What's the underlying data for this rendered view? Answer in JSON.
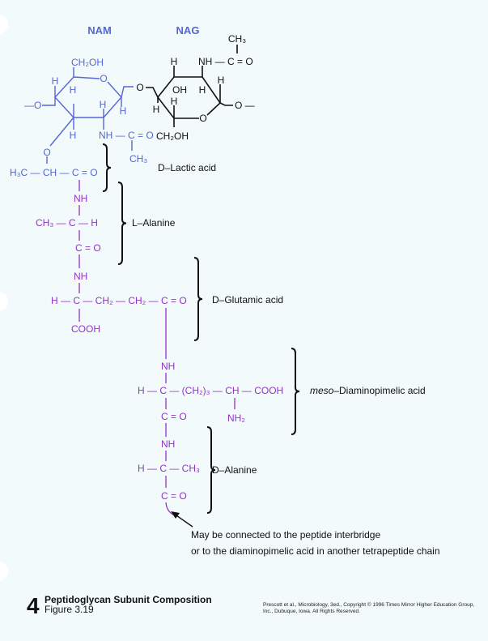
{
  "headers": {
    "nam": "NAM",
    "nag": "NAG"
  },
  "nam": {
    "ch2oh": "CH₂OH",
    "ring_o": "O",
    "h1": "H",
    "h2": "H",
    "h3": "H",
    "h4": "H",
    "h5": "H",
    "left_link": "—O",
    "acetyl": "NH — C = O",
    "acetyl_ch3": "CH₃",
    "lactyl_o": "O",
    "lactyl": "H₃C — CH — C = O"
  },
  "glycosidic_o": "O",
  "nag": {
    "ch3": "CH₃",
    "acetyl": "NH — C = O",
    "h1": "H",
    "h2": "H",
    "oh": "OH",
    "h3": "H",
    "h4": "H",
    "h5": "H",
    "ring_o": "O",
    "right_link": "O —",
    "ch2oh": "CH₂OH"
  },
  "peptide": {
    "ala_nh": "NH",
    "ala_row": "CH₃ — C — H",
    "ala_co": "C = O",
    "glu_nh": "NH",
    "glu_row": "H — C — CH₂ — CH₂ — C = O",
    "glu_cooh": "COOH",
    "dap_nh": "NH",
    "dap_row": "H — C — (CH₂)₃ — CH — COOH",
    "dap_co": "C = O",
    "dap_nh2": "NH₂",
    "dala_nh": "NH",
    "dala_row": "H — C — CH₃",
    "dala_co": "C = O"
  },
  "labels": {
    "lactic": "D–Lactic acid",
    "l_alanine": "L–Alanine",
    "glutamic": "D–Glutamic acid",
    "dap_prefix": "meso",
    "dap": "–Diaminopimelic acid",
    "d_alanine": "D–Alanine",
    "note_line1": "May be connected to the peptide interbridge",
    "note_line2": "or to the diaminopimelic acid in another tetrapeptide chain"
  },
  "caption": {
    "number": "4",
    "title": "Peptidoglycan Subunit Composition",
    "figure": "Figure 3.19",
    "credit_line1": "Prescott et al., Microbiology, 3ed., Copyright © 1996 Times Mirror Higher Education Group,",
    "credit_line2": "Inc., Dubuque, Iowa. All Rights Reserved."
  },
  "colors": {
    "nam": "#5566d6",
    "nag": "#111111",
    "peptide": "#9433c8"
  }
}
